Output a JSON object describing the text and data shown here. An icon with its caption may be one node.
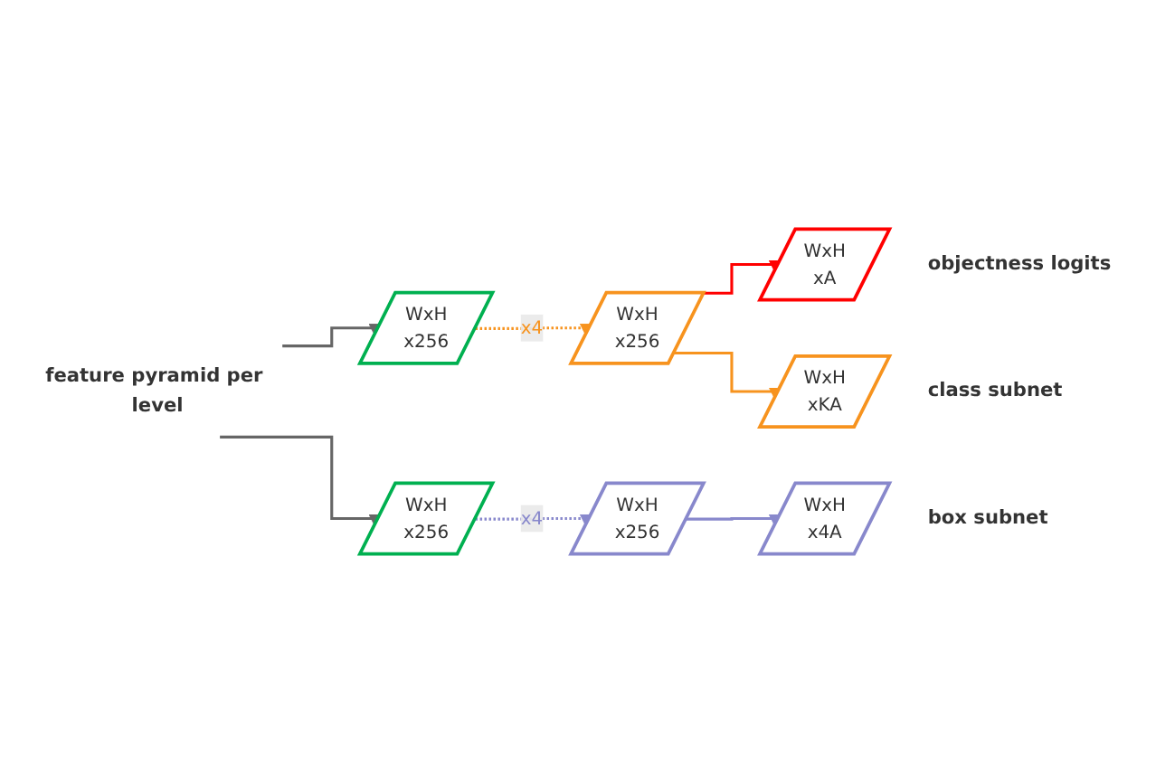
{
  "diagram": {
    "nodes": [
      {
        "text": [
          "feature pyramid per level"
        ]
      },
      {
        "text": [
          "WxH",
          "x256"
        ]
      },
      {
        "text": [
          "WxH",
          "x256"
        ]
      },
      {
        "text": [
          "WxH",
          "xA"
        ],
        "beside": [
          "objectness logits"
        ]
      },
      {
        "text": [
          "WxH",
          "xKA"
        ],
        "beside": [
          "class subnet"
        ]
      },
      {
        "text": [
          "WxH",
          "x256"
        ]
      },
      {
        "text": [
          "WxH",
          "x256"
        ]
      },
      {
        "text": [
          "WxH",
          "x4A"
        ],
        "beside": [
          "box subnet"
        ]
      }
    ],
    "edges": [
      {
        "from": 0,
        "to": 1,
        "arrow": "to",
        "color": "#666666"
      },
      {
        "from": 0,
        "to": 5,
        "arrow": "to",
        "color": "#666666"
      },
      {
        "from": 1,
        "to": 2,
        "arrow": "to",
        "label": "x4",
        "style": "dashed",
        "color": "#f7931e"
      },
      {
        "from": 2,
        "to": 3,
        "arrow": "to",
        "color": "#ff0000"
      },
      {
        "from": 2,
        "to": 4,
        "arrow": "to",
        "color": "#f7931e"
      },
      {
        "from": 5,
        "to": 6,
        "arrow": "to",
        "label": "x4",
        "style": "dashed",
        "color": "#8888cc"
      },
      {
        "from": 6,
        "to": 7,
        "arrow": "to",
        "color": "#8888cc"
      }
    ]
  }
}
